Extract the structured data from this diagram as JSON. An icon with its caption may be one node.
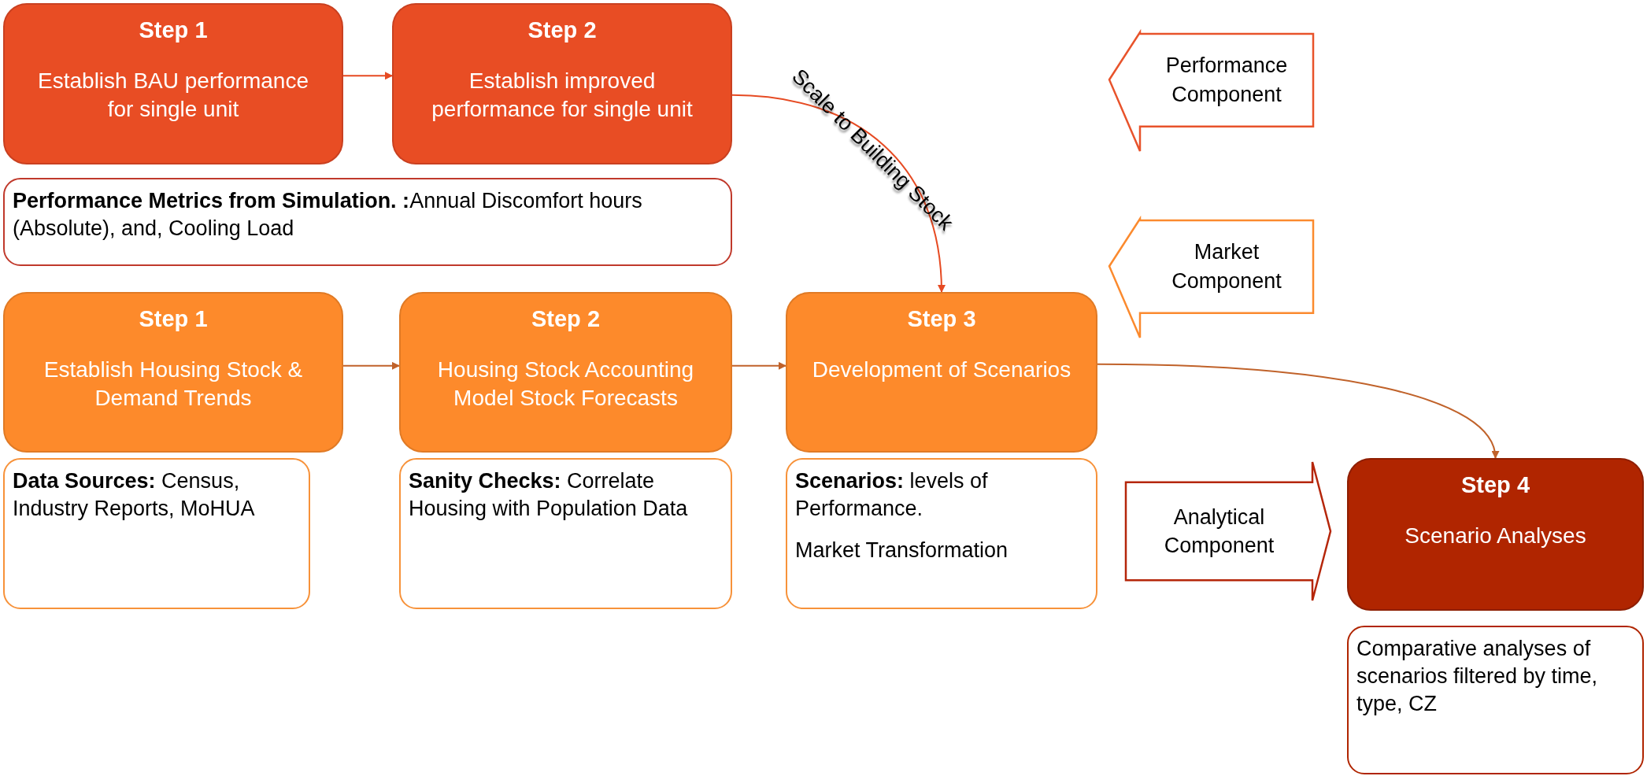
{
  "diagram": {
    "nodes": [
      {
        "text": [
          "Step 1",
          "Establish BAU performance for single unit"
        ]
      },
      {
        "text": [
          "Step 2",
          "Establish improved performance for single unit"
        ]
      },
      {
        "text": [
          "**Performance Metrics from Simulation. :**Annual Discomfort hours (Absolute), and, Cooling Load"
        ]
      },
      {
        "text": [
          "Step 1",
          "Establish Housing Stock & Demand Trends"
        ]
      },
      {
        "text": [
          "Step 2",
          "Housing Stock Accounting Model Stock Forecasts"
        ]
      },
      {
        "text": [
          "Step 3",
          "Development of Scenarios"
        ]
      },
      {
        "text": [
          "**Data Sources:** Census, Industry Reports, MoHUA"
        ]
      },
      {
        "text": [
          "**Sanity Checks:** Correlate Housing with Population Data"
        ]
      },
      {
        "text": [
          "**Scenarios:** levels of Performance.",
          "Market Transformation"
        ]
      },
      {
        "text": [
          "Step 4",
          "Scenario Analyses"
        ]
      },
      {
        "text": [
          "Comparative analyses of scenarios filtered by time, type, CZ"
        ]
      },
      {
        "text": [
          "Performance Component"
        ]
      },
      {
        "text": [
          "Market Component"
        ]
      },
      {
        "text": [
          "Analytical Component"
        ]
      }
    ],
    "edges": [
      {
        "from": 0,
        "to": 1,
        "arrow": "to",
        "color": "#e64a22"
      },
      {
        "from": 1,
        "to": 5,
        "arrow": "to",
        "label": "Scale to Building Stock",
        "color": "#e64a22"
      },
      {
        "from": 3,
        "to": 4,
        "arrow": "to"
      },
      {
        "from": 4,
        "to": 5,
        "arrow": "to"
      },
      {
        "from": 5,
        "to": 9,
        "arrow": "to"
      }
    ]
  }
}
